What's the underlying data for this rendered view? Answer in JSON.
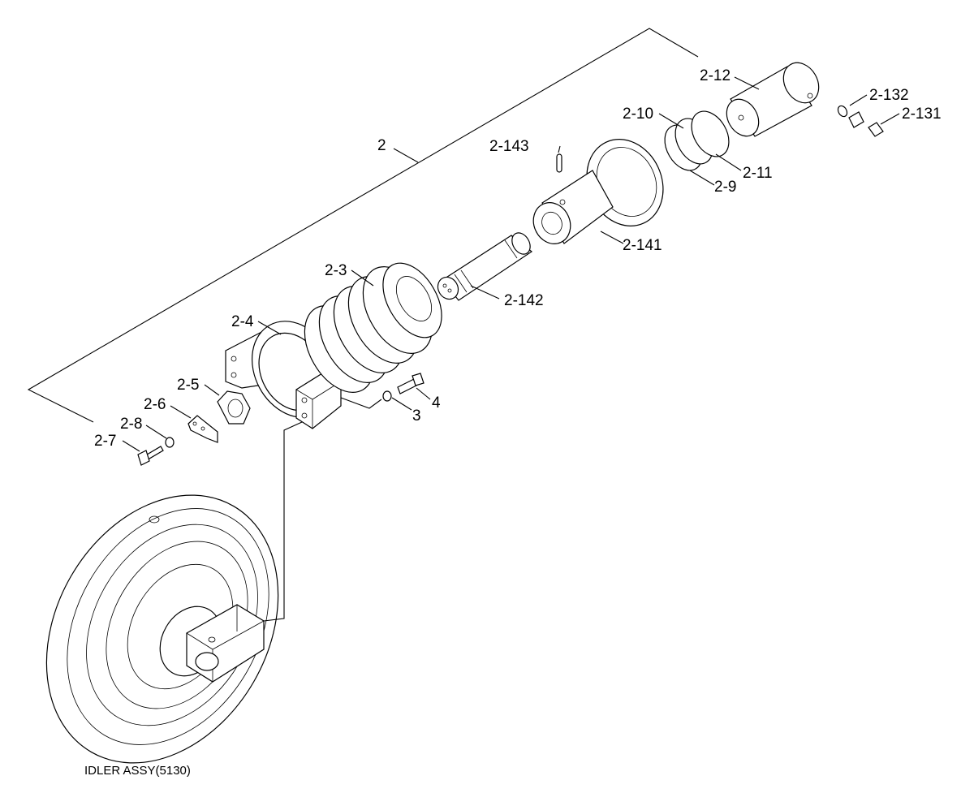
{
  "diagram": {
    "caption": "IDLER ASSY(5130)",
    "callouts": {
      "c2": "2",
      "c2_3": "2-3",
      "c2_4": "2-4",
      "c2_5": "2-5",
      "c2_6": "2-6",
      "c2_7": "2-7",
      "c2_8": "2-8",
      "c2_9": "2-9",
      "c2_10": "2-10",
      "c2_11": "2-11",
      "c2_12": "2-12",
      "c2_131": "2-131",
      "c2_132": "2-132",
      "c2_141": "2-141",
      "c2_142": "2-142",
      "c2_143": "2-143",
      "c3": "3",
      "c4": "4"
    }
  }
}
